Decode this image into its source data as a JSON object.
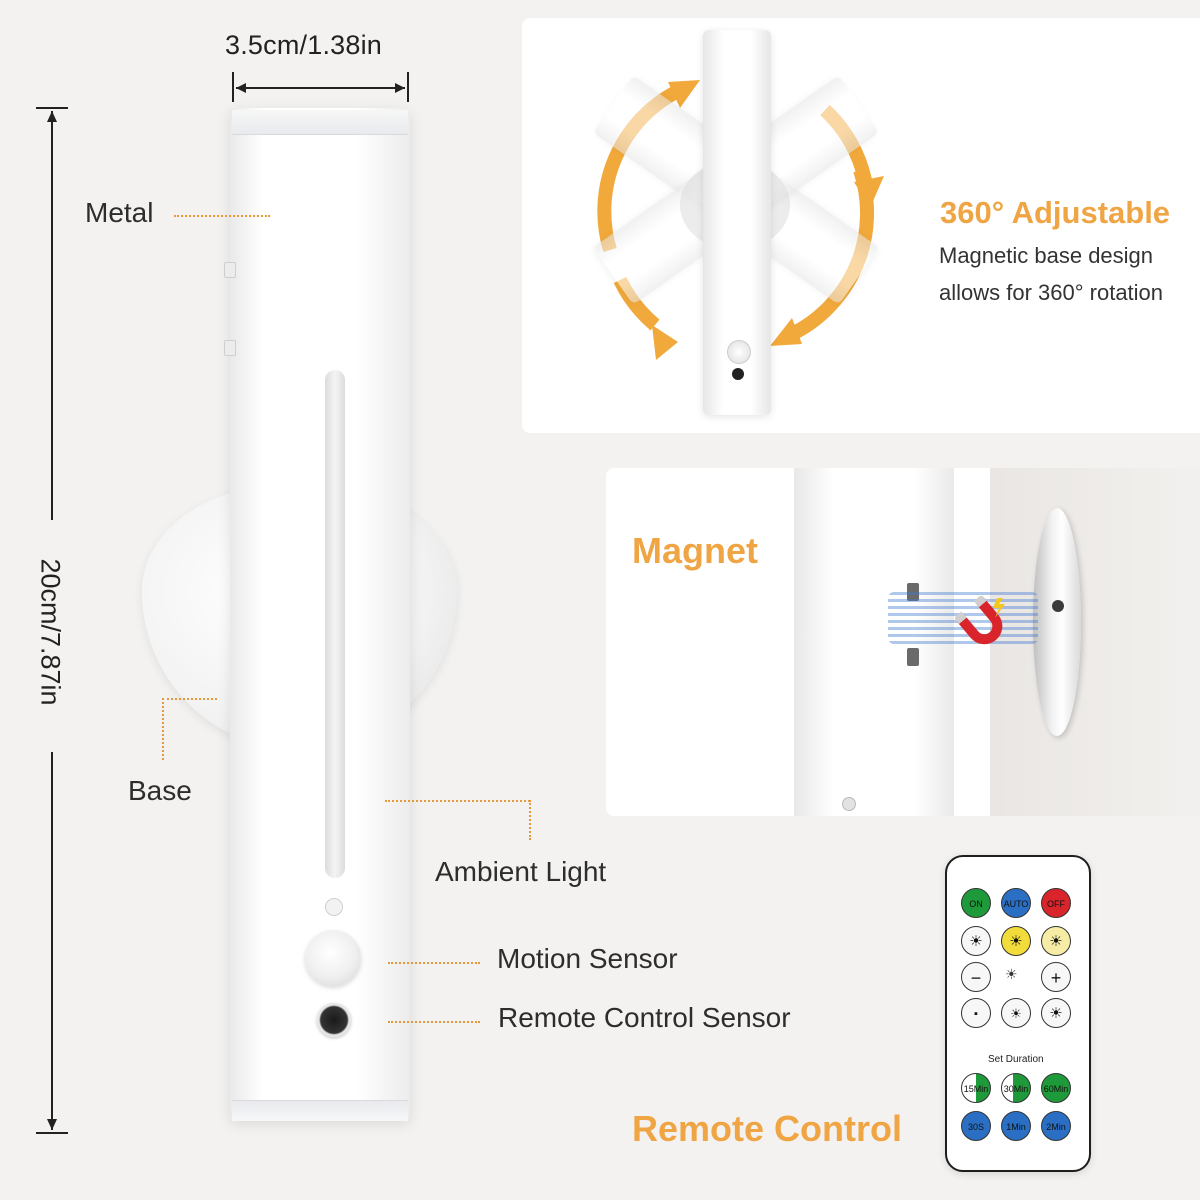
{
  "dimensions": {
    "width_label": "3.5cm/1.38in",
    "height_label": "20cm/7.87in"
  },
  "callouts": {
    "metal": "Metal",
    "base": "Base",
    "ambient_light": "Ambient Light",
    "motion_sensor": "Motion Sensor",
    "remote_control_sensor": "Remote Control Sensor"
  },
  "rotation_panel": {
    "title": "360° Adjustable",
    "desc_line1": "Magnetic base design",
    "desc_line2": "allows for 360° rotation"
  },
  "magnet_panel": {
    "title": "Magnet"
  },
  "remote_panel": {
    "title": "Remote Control",
    "buttons": {
      "on": "ON",
      "auto": "AUTO",
      "off": "OFF",
      "minus": "−",
      "plus": "+",
      "set_duration": "Set Duration",
      "d15min": "15Min",
      "d30min": "30Min",
      "d60min": "60Min",
      "d30s": "30S",
      "d1min": "1Min",
      "d2min": "2Min"
    }
  },
  "colors": {
    "accent_orange": "#f0a545",
    "dotted_line": "#e39a3b",
    "remote_green": "#1f9a3a",
    "remote_blue": "#2a6fc4",
    "remote_red": "#d8242a",
    "remote_yellow": "#f2dc3c",
    "remote_pale_yellow": "#f6eca6"
  }
}
